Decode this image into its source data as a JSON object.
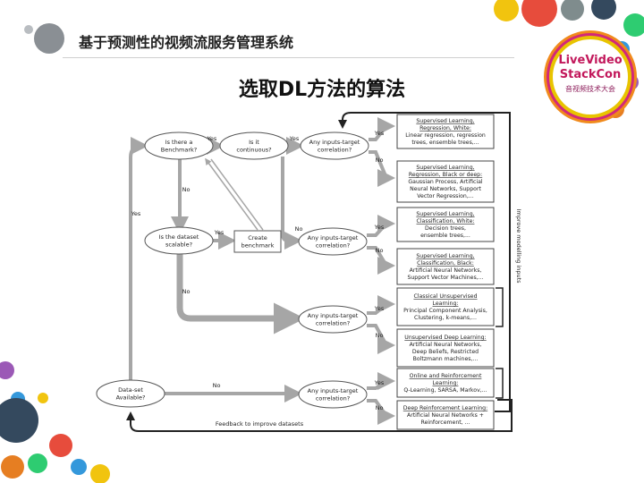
{
  "header": {
    "title": "基于预测性的视频流服务管理系统"
  },
  "logo": {
    "line1": "LiveVideo",
    "line2": "StackCon",
    "line3": "音视频技术大会"
  },
  "slide": {
    "title": "选取DL方法的算法"
  },
  "colors": {
    "arrow": "#a6a6a6",
    "box_border": "#444444",
    "accent": "#e8c400"
  },
  "diagram": {
    "decisions": {
      "benchmark": [
        "Is there a",
        "Benchmark?"
      ],
      "continuous": [
        "Is it",
        "continuous?"
      ],
      "corr1": [
        "Any inputs-target",
        "correlation?"
      ],
      "scalable": [
        "Is the dataset",
        "scalable?"
      ],
      "corr2": [
        "Any inputs-target",
        "correlation?"
      ],
      "corr3": [
        "Any inputs-target",
        "correlation?"
      ],
      "dataset": [
        "Data-set",
        "Available?"
      ],
      "corr4": [
        "Any inputs-target",
        "correlation?"
      ]
    },
    "create_benchmark": [
      "Create",
      "benchmark"
    ],
    "edge_labels": {
      "yes": "Yes",
      "no": "No"
    },
    "feedback": "Feedback to improve datasets",
    "improve": "Improve modelling inputs",
    "methods": [
      {
        "title": [
          "Supervised Learning,",
          "Regression, White:"
        ],
        "body": [
          "Linear regression, regression",
          "trees, ensemble trees,..."
        ]
      },
      {
        "title": [
          "Supervised Learning,",
          "Regression, Black or deep:"
        ],
        "body": [
          "Gaussian Process, Artificial",
          "Neural Networks, Support",
          "Vector Regression,..."
        ]
      },
      {
        "title": [
          "Supervised Learning,",
          "Classification, White:"
        ],
        "body": [
          "Decision trees,",
          "ensemble trees,..."
        ]
      },
      {
        "title": [
          "Supervised Learning,",
          "Classification, Black:"
        ],
        "body": [
          "Artificial Neural Networks,",
          "Support Vector Machines,..."
        ]
      },
      {
        "title": [
          "Classical Unsupervised",
          "Learning:"
        ],
        "body": [
          "Principal Component Analysis,",
          "Clustering, k-means,..."
        ]
      },
      {
        "title": [
          "Unsupervised Deep Learning:"
        ],
        "body": [
          "Artificial Neural Networks,",
          "Deep Beliefs, Restricted",
          "Boltzmann machines,..."
        ]
      },
      {
        "title": [
          "Online and Reinforcement",
          "Learning:"
        ],
        "body": [
          "Q-Learning, SARSA, Markov,..."
        ]
      },
      {
        "title": [
          "Deep Reinforcement Learning:"
        ],
        "body": [
          "Artificial Neural Networks +",
          "Reinforcement, ..."
        ]
      }
    ]
  }
}
